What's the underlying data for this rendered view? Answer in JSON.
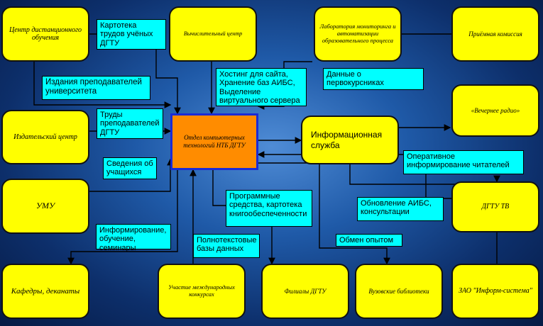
{
  "nodes": {
    "center": "Отдел компьютерных технологий НТБ ДГТУ",
    "distance": "Центр дистанционного обучения",
    "computing": "Вычислительный центр",
    "lab": "Лаборатория мониторинга и автоматизации образовательного процесса",
    "admission": "Приёмная комиссия",
    "publishing": "Издательский центр",
    "info_service": "Информационная служба",
    "evening_radio": "«Вечернее радио»",
    "umu": "УМУ",
    "dgtu_tv": "ДГТУ ТВ",
    "departments": "Кафедры, деканаты",
    "competitions": "Участие международных конкурсах",
    "branches": "Филиалы ДГТУ",
    "university_libs": "Вузовские библиотеки",
    "inform_system": "ЗАО \"Информ-система\""
  },
  "labels": {
    "staff_cards": "Картотека трудов учёных ДГТУ",
    "hosting": "Хостинг для сайта, Хранение баз АИБС, Выделение виртуального сервера",
    "freshman_data": "Данные о первокурсниках",
    "university_pubs": "Издания преподавателей университета",
    "teacher_works": "Труды преподавателей ДГТУ",
    "student_info": "Сведения об учащихся",
    "readers_info": "Оперативное информирование читателей",
    "software": "Программные средства, картотека книгообеспеченности",
    "aibs_update": "Обновление АИБС, консультации",
    "experience": "Обмен опытом",
    "training": "Информирование, обучение, семинары",
    "fulltext": "Полнотекстовые базы данных"
  },
  "colors": {
    "node_fill": "#ffff00",
    "center_fill": "#ff8c00",
    "center_border": "#1b2bd6",
    "label_fill": "#00ffff",
    "background": "#1f5aa8"
  }
}
